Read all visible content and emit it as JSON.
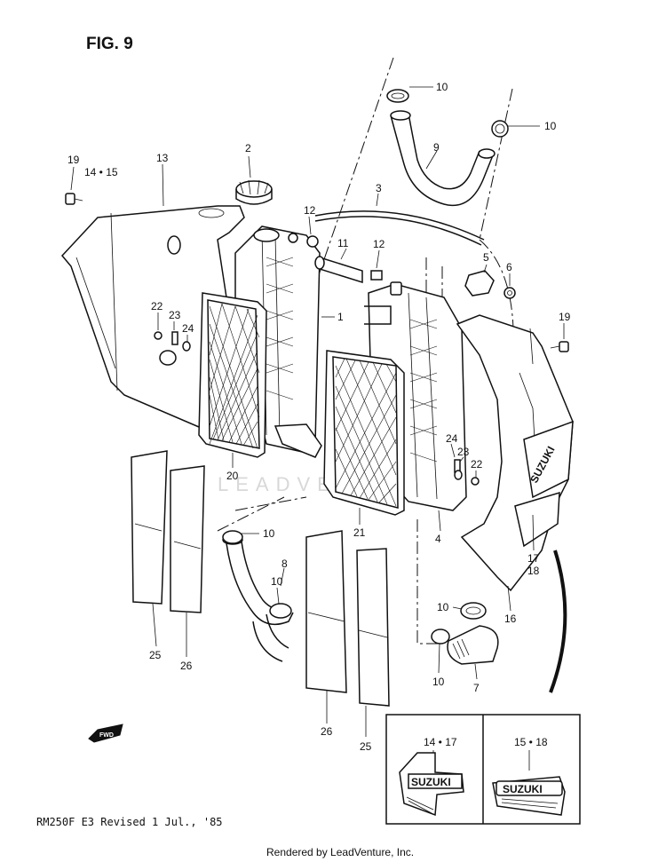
{
  "figure": {
    "title": "FIG. 9"
  },
  "callouts": {
    "c1": "1",
    "c3": "3",
    "c4": "4",
    "c5": "5",
    "c6": "6",
    "c7": "7",
    "c8": "8",
    "c9": "9",
    "c10a": "10",
    "c10b": "10",
    "c10c": "10",
    "c10d": "10",
    "c10e": "10",
    "c10f": "10",
    "c11": "11",
    "c12a": "12",
    "c12b": "12",
    "c13": "13",
    "c1415a": "14 • 15",
    "c1718": "17",
    "c1718b": "18",
    "c16": "16",
    "c19a": "19",
    "c19b": "19",
    "c20": "20",
    "c21": "21",
    "c22a": "22",
    "c22b": "22",
    "c23a": "23",
    "c23b": "23",
    "c24a": "24",
    "c24b": "24",
    "c25a": "25",
    "c25b": "25",
    "c26a": "26",
    "c26b": "26",
    "c2": "2"
  },
  "inset": {
    "left_label": "14 • 17",
    "right_label": "15 • 18",
    "brand_text": "SUZUKI"
  },
  "shroud_brand": "SUZUKI",
  "fwd_label": "FWD",
  "watermark": "LEADVENTURE",
  "footer": {
    "model_revision": "RM250F E3  Revised 1 Jul., '85",
    "credit": "Rendered by LeadVenture, Inc."
  }
}
